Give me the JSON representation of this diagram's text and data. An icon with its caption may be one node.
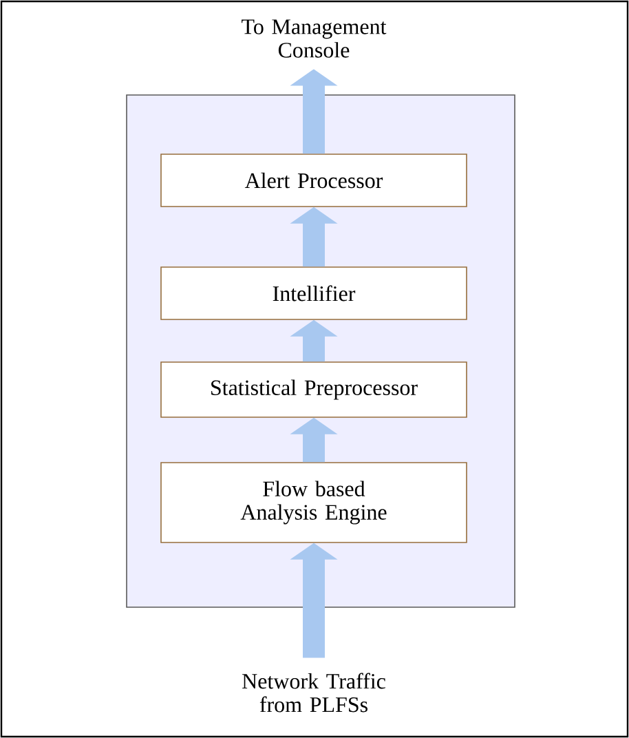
{
  "diagram": {
    "nodes": [
      {
        "text": [
          "To Management Console"
        ]
      },
      {
        "text": [],
        "shape": "box"
      },
      {
        "text": [
          "Alert Processor"
        ],
        "in": 1
      },
      {
        "text": [
          "Intellifier"
        ],
        "in": 1
      },
      {
        "text": [
          "Statistical Preprocessor"
        ],
        "in": 1
      },
      {
        "text": [
          "Flow based Analysis Engine"
        ],
        "in": 1
      },
      {
        "text": [
          "Network Traffic from PLFSs"
        ]
      }
    ],
    "edges": [
      {
        "from": 6,
        "to": 5,
        "arrow": "to"
      },
      {
        "from": 5,
        "to": 4,
        "arrow": "to"
      },
      {
        "from": 4,
        "to": 3,
        "arrow": "to"
      },
      {
        "from": 3,
        "to": 2,
        "arrow": "to"
      },
      {
        "from": 2,
        "to": 0,
        "arrow": "to"
      }
    ]
  }
}
